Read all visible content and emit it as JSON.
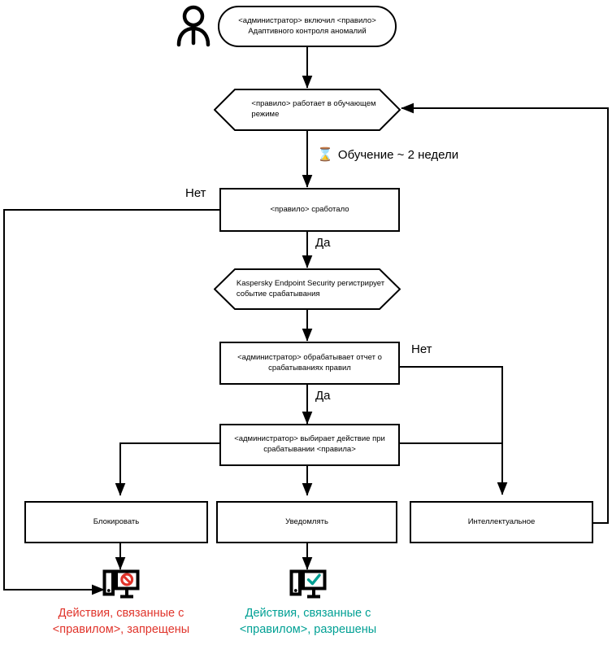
{
  "diagram": {
    "title": "Adaptive Anomaly Control rule workflow",
    "colors": {
      "stroke": "#000000",
      "deny": "#e0342b",
      "allow": "#00a094",
      "background": "#ffffff"
    },
    "nodes": {
      "start": {
        "shape": "rounded-rectangle",
        "text": "<администратор> включил <правило>\nАдаптивного контроля аномалий"
      },
      "learning_mode": {
        "shape": "hexagon",
        "text": "<правило>  работает в обучающем\nрежиме"
      },
      "rule_triggered": {
        "shape": "rectangle",
        "text": "<правило> сработало"
      },
      "kes_logs": {
        "shape": "hexagon",
        "text": "Kaspersky Endpoint Security регистрирует\nсобытие срабатывания"
      },
      "admin_report": {
        "shape": "rectangle",
        "text": "<администратор> обрабатывает отчет о\nсрабатываниях правил"
      },
      "admin_action": {
        "shape": "rectangle",
        "text": "<администратор> выбирает действие при\nсрабатывании <правила>"
      },
      "block": {
        "shape": "rectangle",
        "text": "Блокировать"
      },
      "notify": {
        "shape": "rectangle",
        "text": "Уведомлять"
      },
      "smart": {
        "shape": "rectangle",
        "text": "Интеллектуальное"
      }
    },
    "edge_labels": {
      "no_triggered": "Нет",
      "yes_triggered": "Да",
      "no_report": "Нет",
      "yes_report": "Да",
      "learning_duration": "Обучение ~ 2 недели"
    },
    "icons": {
      "actor": "person-icon",
      "timer": "hourglass-icon",
      "denied": "monitor-blocked-icon",
      "allowed": "monitor-allowed-icon"
    },
    "captions": {
      "denied": "Действия, связанные с\n<правилом>, запрещены",
      "allowed": "Действия, связанные с\n<правилом>, разрешены"
    }
  }
}
